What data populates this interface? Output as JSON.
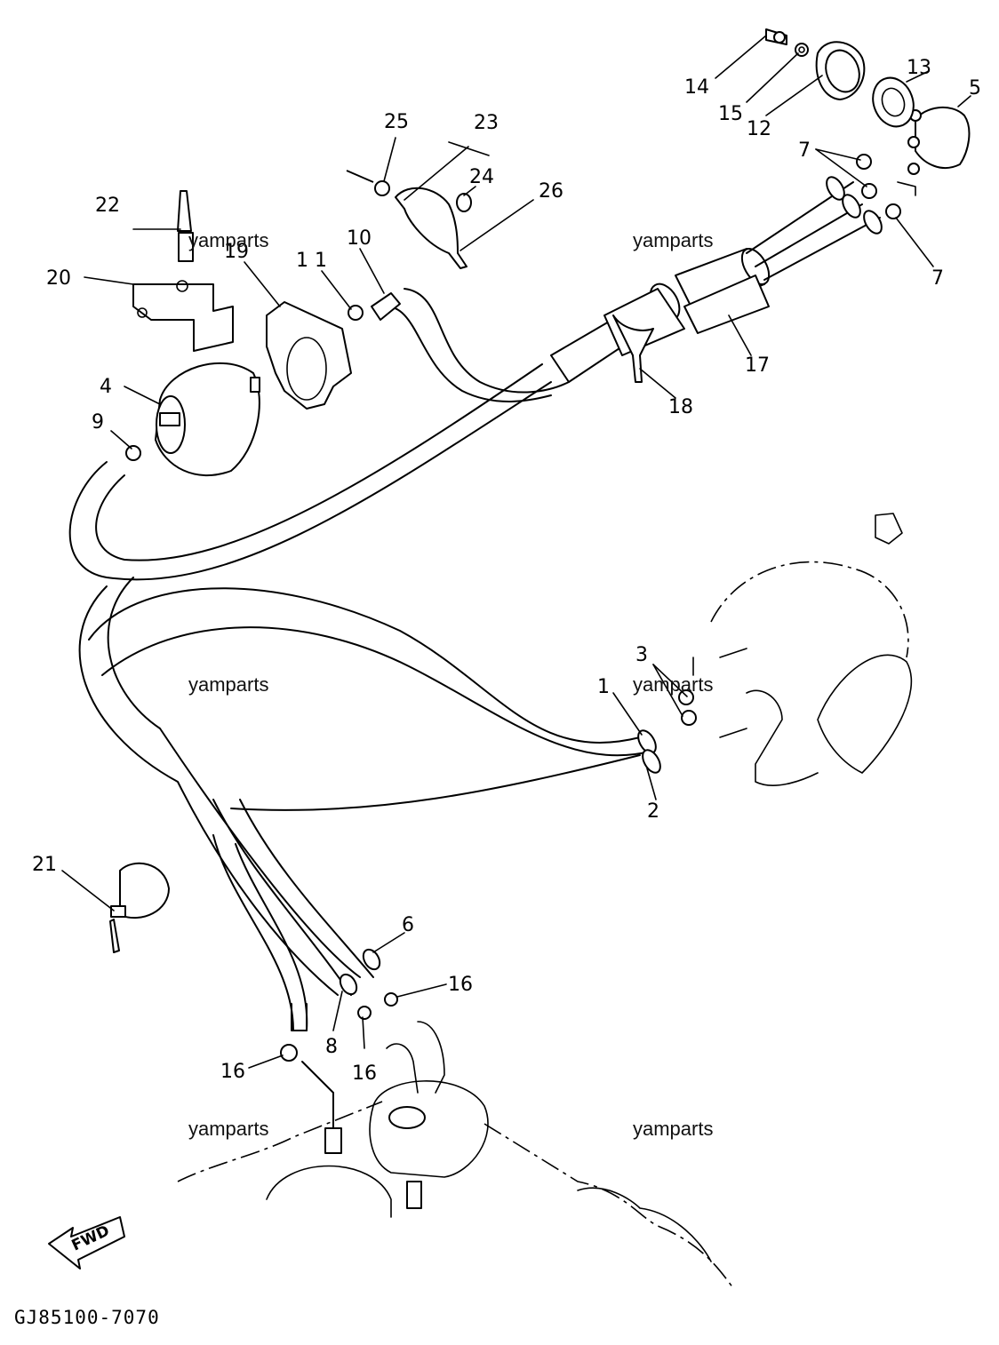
{
  "diagram_code": "GJ85100-7070",
  "fwd_label": "FWD",
  "watermark": "yamparts",
  "callouts": {
    "c1": "1",
    "c2": "2",
    "c3": "3",
    "c4": "4",
    "c5": "5",
    "c6": "6",
    "c7a": "7",
    "c7b": "7",
    "c8": "8",
    "c9": "9",
    "c10": "10",
    "c11": "1 1",
    "c12": "12",
    "c13": "13",
    "c14": "14",
    "c15": "15",
    "c16a": "16",
    "c16b": "16",
    "c16c": "16",
    "c17": "17",
    "c18": "18",
    "c19": "19",
    "c20": "20",
    "c21": "21",
    "c22": "22",
    "c23": "23",
    "c24": "24",
    "c25": "25",
    "c26": "26"
  },
  "colors": {
    "line": "#000000",
    "background": "#ffffff"
  }
}
